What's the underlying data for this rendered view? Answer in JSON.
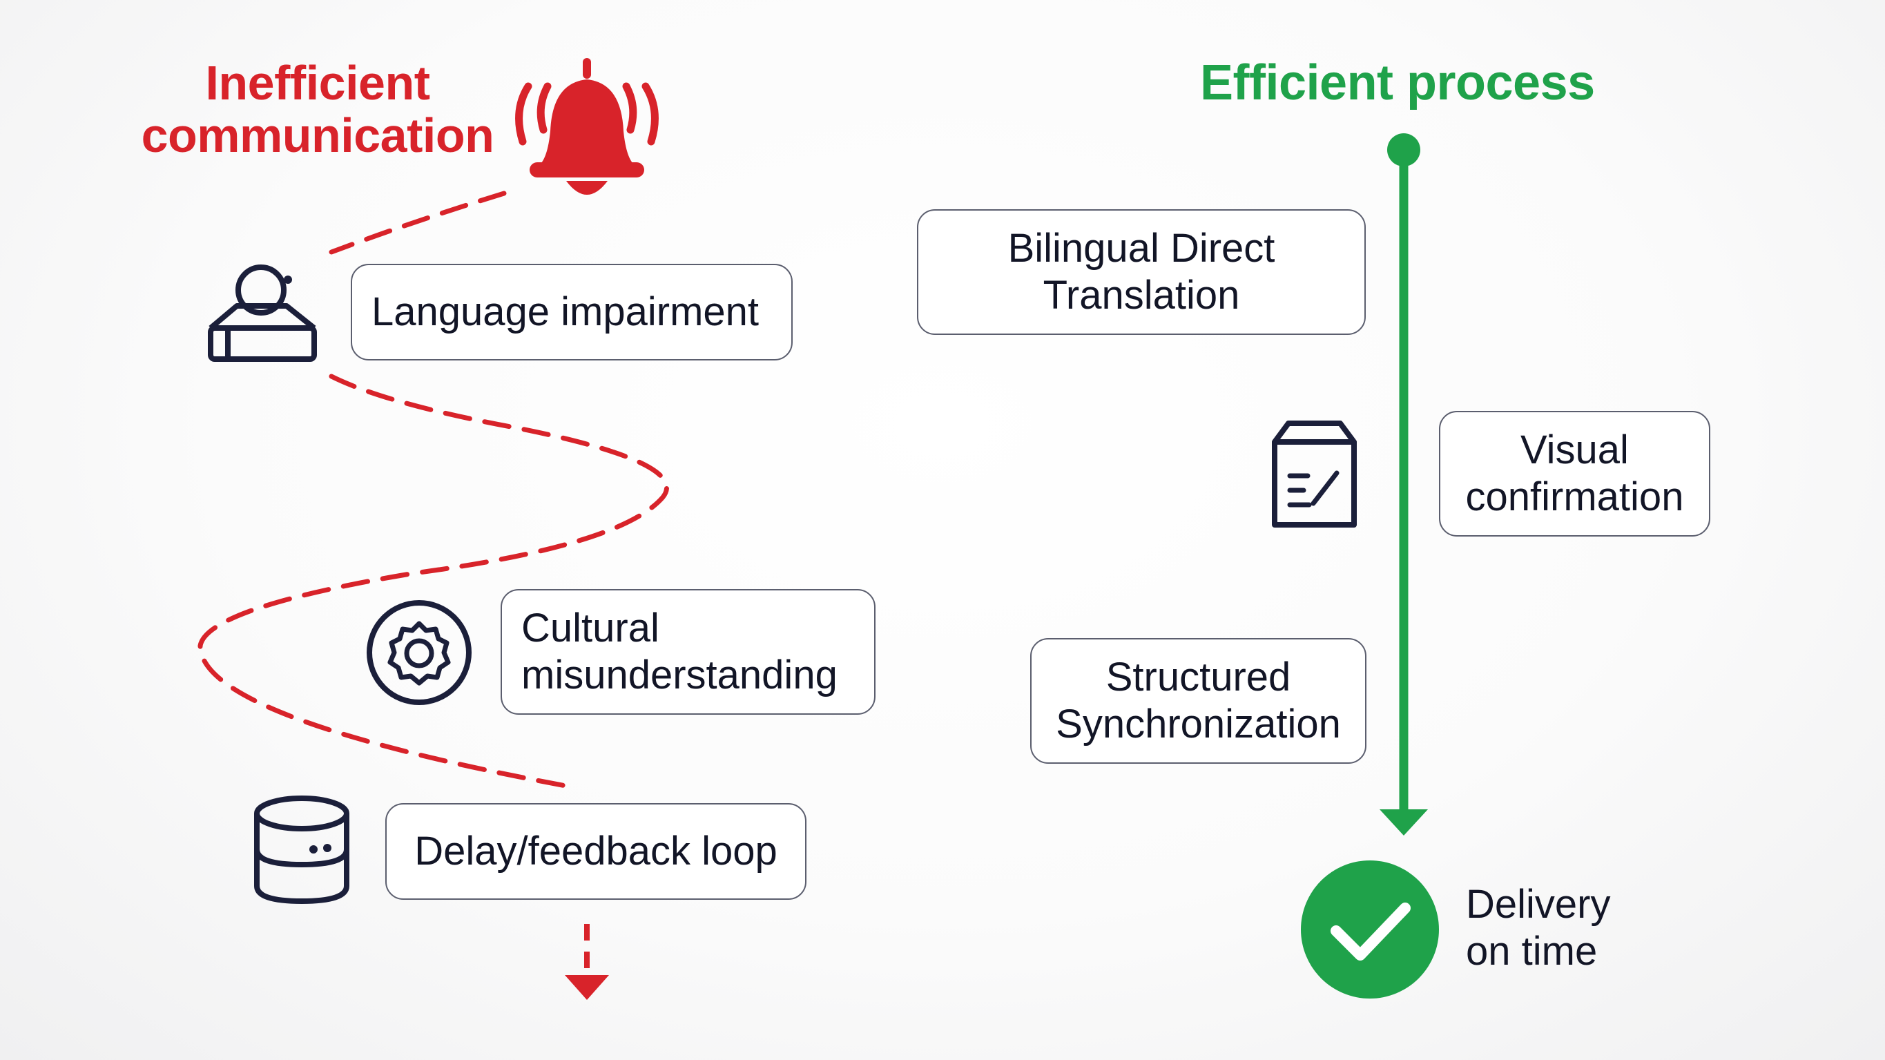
{
  "left": {
    "title_line1": "Inefficient",
    "title_line2": "communication",
    "title_color": "#d8232a",
    "steps": [
      {
        "label": "Language impairment",
        "icon": "person-icon"
      },
      {
        "label_line1": "Cultural",
        "label_line2": "misunderstanding",
        "icon": "gear-icon"
      },
      {
        "label": "Delay/feedback loop",
        "icon": "database-icon"
      }
    ],
    "alert_icon": "bell-alert-icon",
    "path_style": "dashed red"
  },
  "right": {
    "title": "Efficient process",
    "title_color": "#1fa24a",
    "steps": [
      {
        "label_line1": "Bilingual Direct",
        "label_line2": "Translation"
      },
      {
        "label_line1": "Visual",
        "label_line2": "confirmation",
        "icon": "clipboard-edit-icon"
      },
      {
        "label_line1": "Structured",
        "label_line2": "Synchronization"
      }
    ],
    "result_line1": "Delivery",
    "result_line2": "on time",
    "result_icon": "check-circle-icon",
    "path_style": "solid green"
  }
}
